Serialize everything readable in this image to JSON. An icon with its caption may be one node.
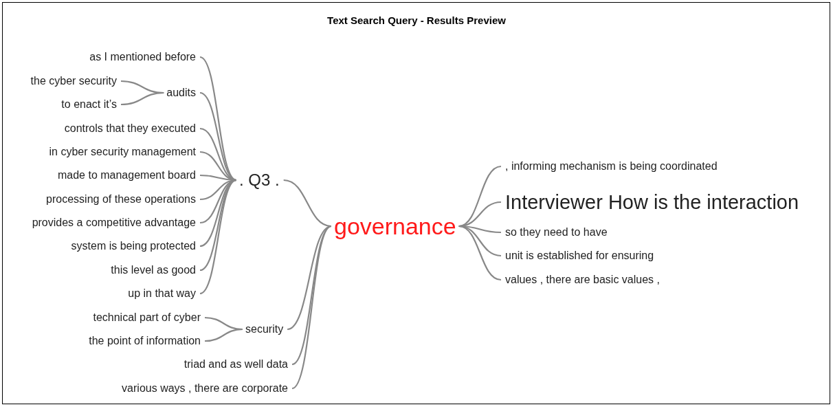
{
  "diagram": {
    "title": "Text Search Query - Results Preview",
    "nodes": [
      {
        "text": [
          "as I mentioned before"
        ]
      },
      {
        "text": [
          "the cyber security"
        ]
      },
      {
        "text": [
          "to enact it’s"
        ]
      },
      {
        "text": [
          "audits"
        ]
      },
      {
        "text": [
          "controls that they executed"
        ]
      },
      {
        "text": [
          "in cyber security management"
        ]
      },
      {
        "text": [
          "made to management board"
        ]
      },
      {
        "text": [
          "processing of these operations"
        ]
      },
      {
        "text": [
          "provides a competitive advantage"
        ]
      },
      {
        "text": [
          "system is being protected"
        ]
      },
      {
        "text": [
          "this level as good"
        ]
      },
      {
        "text": [
          "up in that way"
        ]
      },
      {
        "text": [
          ". Q3 ."
        ]
      },
      {
        "text": [
          "technical part of cyber"
        ]
      },
      {
        "text": [
          "the point of information"
        ]
      },
      {
        "text": [
          "security"
        ]
      },
      {
        "text": [
          "triad and as well data"
        ]
      },
      {
        "text": [
          "various ways , there are corporate"
        ]
      },
      {
        "text": [
          "governance"
        ]
      },
      {
        "text": [
          ", informing mechanism is being coordinated"
        ]
      },
      {
        "text": [
          "Interviewer How is the interaction"
        ]
      },
      {
        "text": [
          "so they need to have"
        ]
      },
      {
        "text": [
          "unit is established for ensuring"
        ]
      },
      {
        "text": [
          "values , there are basic values ,"
        ]
      }
    ],
    "edges": [
      {
        "from": 12,
        "to": 0,
        "arrow": "none"
      },
      {
        "from": 3,
        "to": 1,
        "arrow": "none"
      },
      {
        "from": 3,
        "to": 2,
        "arrow": "none"
      },
      {
        "from": 12,
        "to": 3,
        "arrow": "none"
      },
      {
        "from": 12,
        "to": 4,
        "arrow": "none"
      },
      {
        "from": 12,
        "to": 5,
        "arrow": "none"
      },
      {
        "from": 12,
        "to": 6,
        "arrow": "none"
      },
      {
        "from": 12,
        "to": 7,
        "arrow": "none"
      },
      {
        "from": 12,
        "to": 8,
        "arrow": "none"
      },
      {
        "from": 12,
        "to": 9,
        "arrow": "none"
      },
      {
        "from": 12,
        "to": 10,
        "arrow": "none"
      },
      {
        "from": 12,
        "to": 11,
        "arrow": "none"
      },
      {
        "from": 15,
        "to": 13,
        "arrow": "none"
      },
      {
        "from": 15,
        "to": 14,
        "arrow": "none"
      },
      {
        "from": 18,
        "to": 12,
        "arrow": "none"
      },
      {
        "from": 18,
        "to": 15,
        "arrow": "none"
      },
      {
        "from": 18,
        "to": 16,
        "arrow": "none"
      },
      {
        "from": 18,
        "to": 17,
        "arrow": "none"
      },
      {
        "from": 18,
        "to": 19,
        "arrow": "none"
      },
      {
        "from": 18,
        "to": 20,
        "arrow": "none"
      },
      {
        "from": 18,
        "to": 21,
        "arrow": "none"
      },
      {
        "from": 18,
        "to": 22,
        "arrow": "none"
      },
      {
        "from": 18,
        "to": 23,
        "arrow": "none"
      }
    ]
  }
}
